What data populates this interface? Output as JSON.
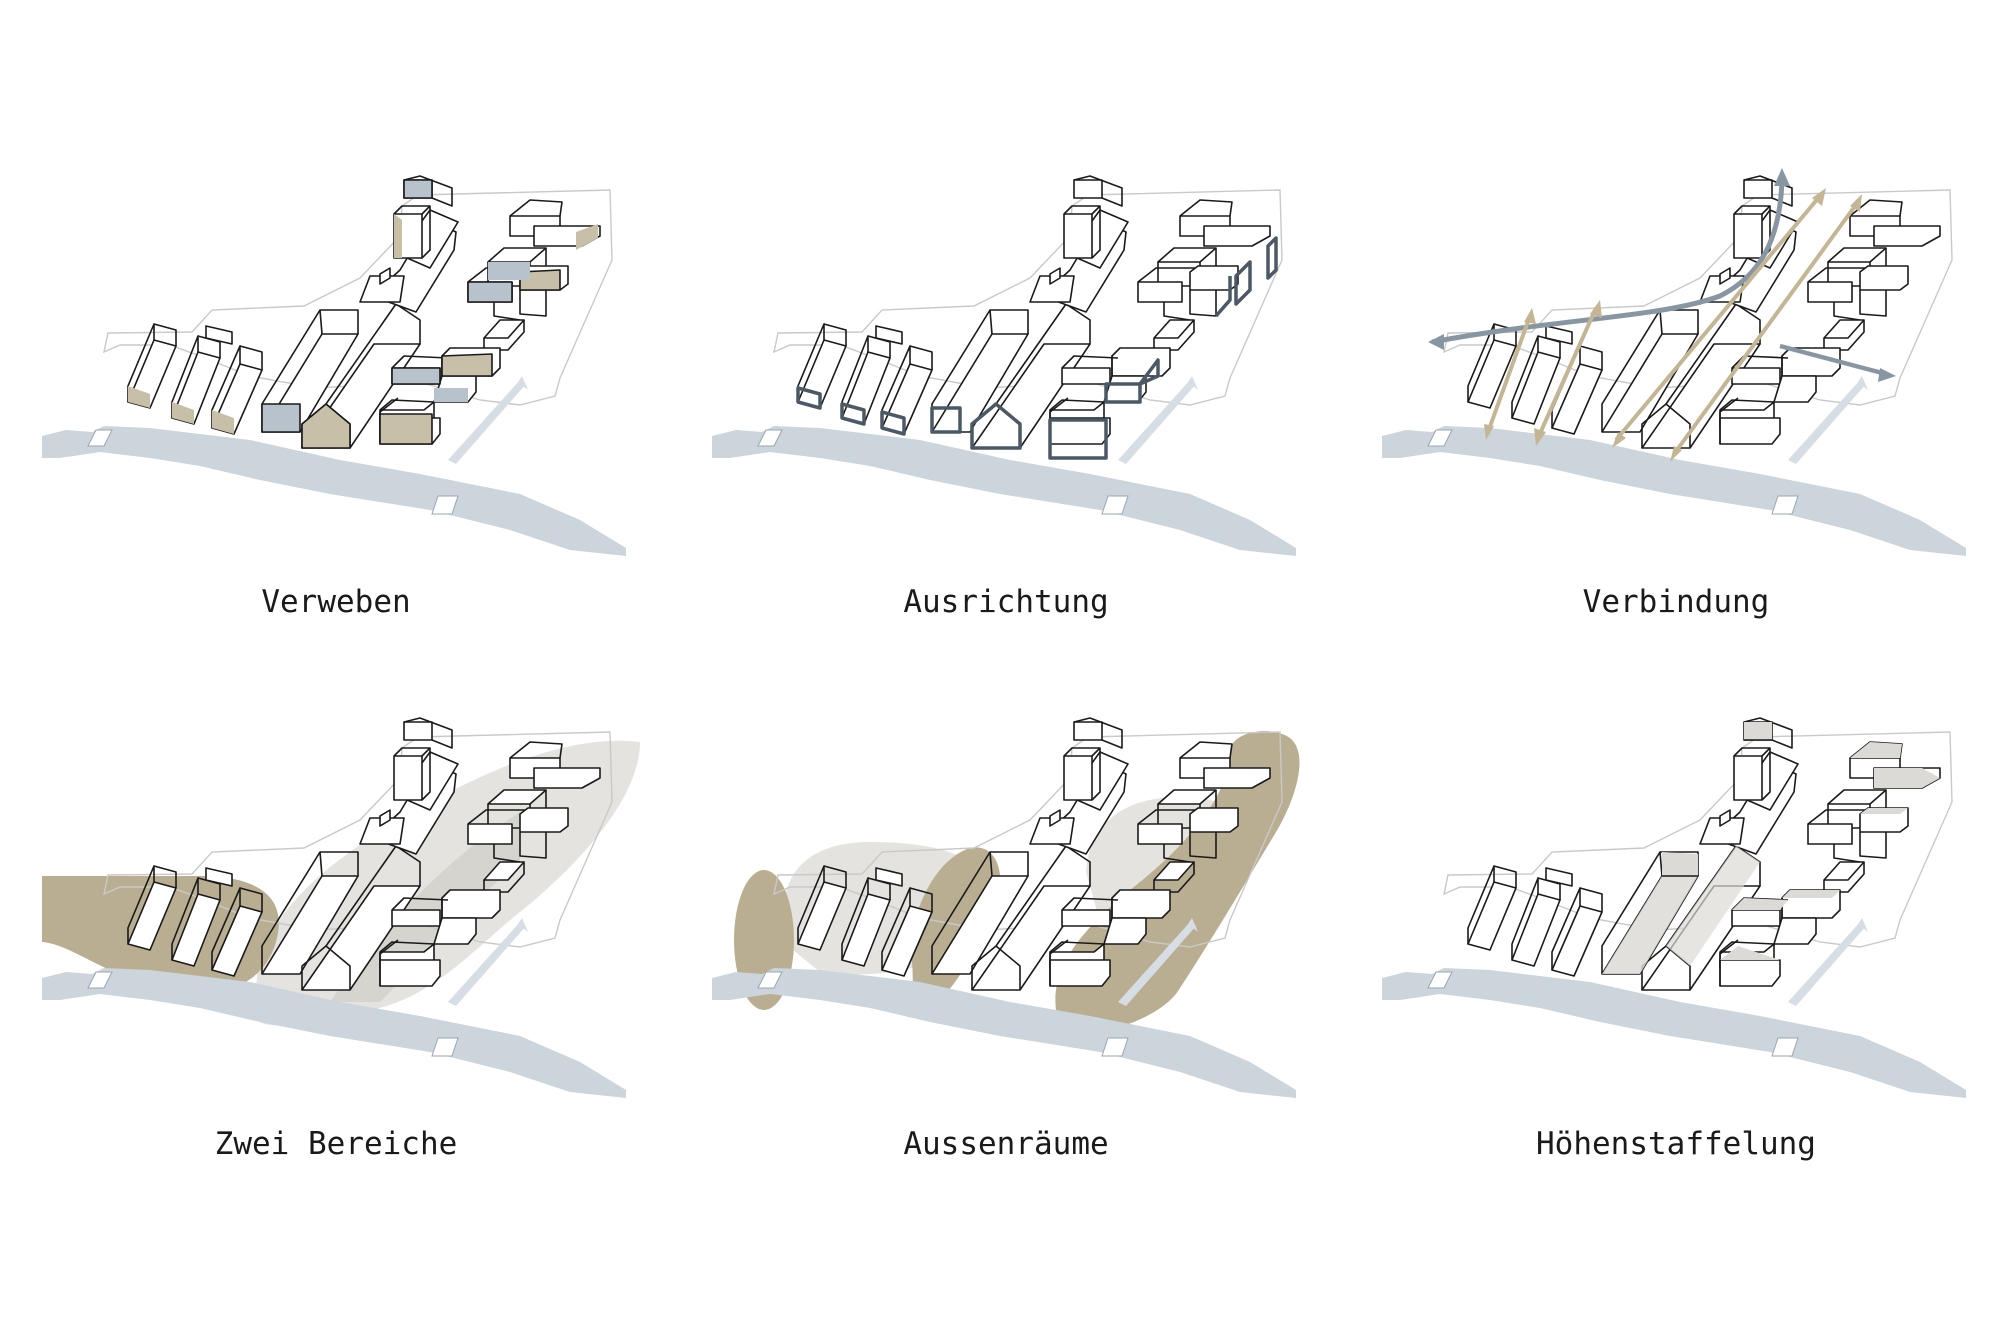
{
  "captions": {
    "p1": "Verweben",
    "p2": "Ausrichtung",
    "p3": "Verbindung",
    "p4": "Zwei Bereiche",
    "p5": "Aussenräume",
    "p6": "Höhenstaffelung"
  },
  "colors": {
    "background": "#ffffff",
    "line": "#1a1a1a",
    "water": "#ccd4dc",
    "site_outline": "#c9c9c9",
    "tan_accent": "#c8bfa8",
    "slate_accent": "#b8c2cc",
    "slate_outline": "#4b5865",
    "olive_area": "#b9ae91",
    "grey_area": "#e4e3df",
    "arrow_tan": "#c4b695",
    "arrow_blue": "#8896a4",
    "roof_grey": "#dcdad6"
  }
}
